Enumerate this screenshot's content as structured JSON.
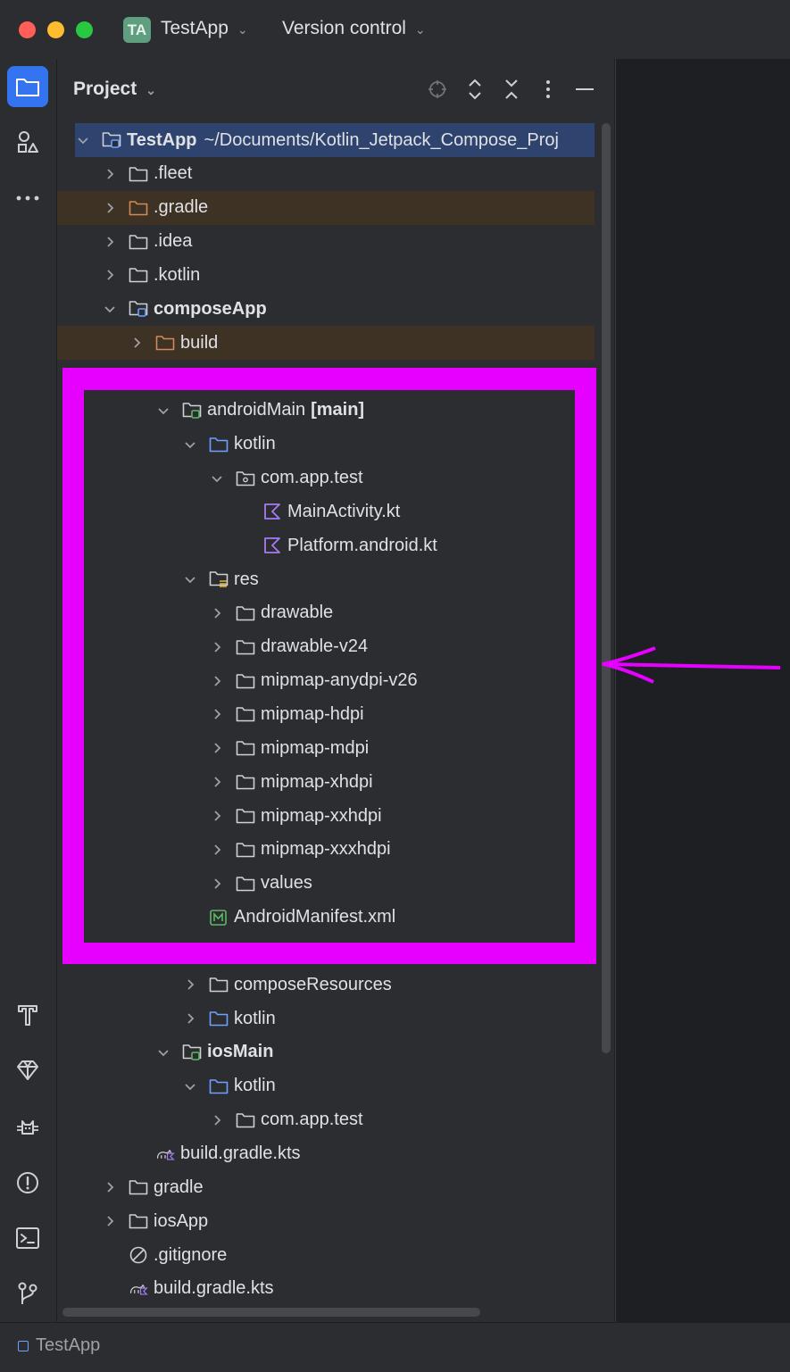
{
  "titlebar": {
    "project_badge": "TA",
    "project_name": "TestApp",
    "vcs_label": "Version control"
  },
  "left_toolbar": {
    "top_icons": [
      "folder-icon",
      "structure-icon",
      "more-icon"
    ],
    "bottom_icons": [
      "build-hammer-icon",
      "gem-icon",
      "cat-icon",
      "problems-icon",
      "terminal-icon",
      "git-branch-icon"
    ]
  },
  "panel": {
    "title": "Project",
    "tools": [
      "locate-icon",
      "expand-collapse-icon",
      "collapse-all-icon",
      "options-icon",
      "hide-icon"
    ]
  },
  "tree": [
    {
      "label": "TestApp",
      "suffix": "~/Documents/Kotlin_Jetpack_Compose_Proj",
      "depth": 0,
      "expanded": true,
      "icon": "module",
      "bold": true,
      "selected": true
    },
    {
      "label": ".fleet",
      "depth": 1,
      "expanded": false,
      "icon": "folder"
    },
    {
      "label": ".gradle",
      "depth": 1,
      "expanded": false,
      "icon": "folder-excluded",
      "excluded": true
    },
    {
      "label": ".idea",
      "depth": 1,
      "expanded": false,
      "icon": "folder"
    },
    {
      "label": ".kotlin",
      "depth": 1,
      "expanded": false,
      "icon": "folder"
    },
    {
      "label": "composeApp",
      "depth": 1,
      "expanded": true,
      "icon": "module",
      "bold": true
    },
    {
      "label": "build",
      "depth": 2,
      "expanded": false,
      "icon": "folder-excluded",
      "excluded": true
    },
    {
      "label": "",
      "depth": 2,
      "hidden": true
    },
    {
      "label": "androidMain",
      "suffix": "[main]",
      "depth": 3,
      "expanded": true,
      "icon": "source-set"
    },
    {
      "label": "kotlin",
      "depth": 4,
      "expanded": true,
      "icon": "folder-source"
    },
    {
      "label": "com.app.test",
      "depth": 5,
      "expanded": true,
      "icon": "package"
    },
    {
      "label": "MainActivity.kt",
      "depth": 6,
      "icon": "kotlin-file",
      "leaf": true
    },
    {
      "label": "Platform.android.kt",
      "depth": 6,
      "icon": "kotlin-file",
      "leaf": true
    },
    {
      "label": "res",
      "depth": 4,
      "expanded": true,
      "icon": "folder-res"
    },
    {
      "label": "drawable",
      "depth": 5,
      "expanded": false,
      "icon": "folder"
    },
    {
      "label": "drawable-v24",
      "depth": 5,
      "expanded": false,
      "icon": "folder"
    },
    {
      "label": "mipmap-anydpi-v26",
      "depth": 5,
      "expanded": false,
      "icon": "folder"
    },
    {
      "label": "mipmap-hdpi",
      "depth": 5,
      "expanded": false,
      "icon": "folder"
    },
    {
      "label": "mipmap-mdpi",
      "depth": 5,
      "expanded": false,
      "icon": "folder"
    },
    {
      "label": "mipmap-xhdpi",
      "depth": 5,
      "expanded": false,
      "icon": "folder"
    },
    {
      "label": "mipmap-xxhdpi",
      "depth": 5,
      "expanded": false,
      "icon": "folder"
    },
    {
      "label": "mipmap-xxxhdpi",
      "depth": 5,
      "expanded": false,
      "icon": "folder"
    },
    {
      "label": "values",
      "depth": 5,
      "expanded": false,
      "icon": "folder"
    },
    {
      "label": "AndroidManifest.xml",
      "depth": 4,
      "icon": "manifest-file",
      "leaf": true
    },
    {
      "label": "",
      "depth": 4,
      "hidden": true
    },
    {
      "label": "composeResources",
      "depth": 4,
      "expanded": false,
      "icon": "folder"
    },
    {
      "label": "kotlin",
      "depth": 4,
      "expanded": false,
      "icon": "folder-source"
    },
    {
      "label": "iosMain",
      "depth": 3,
      "expanded": true,
      "icon": "source-set",
      "bold": true
    },
    {
      "label": "kotlin",
      "depth": 4,
      "expanded": true,
      "icon": "folder-source"
    },
    {
      "label": "com.app.test",
      "depth": 5,
      "expanded": false,
      "icon": "folder"
    },
    {
      "label": "build.gradle.kts",
      "depth": 2,
      "icon": "gradle-file",
      "leaf": true
    },
    {
      "label": "gradle",
      "depth": 1,
      "expanded": false,
      "icon": "folder"
    },
    {
      "label": "iosApp",
      "depth": 1,
      "expanded": false,
      "icon": "folder"
    },
    {
      "label": ".gitignore",
      "depth": 1,
      "icon": "ignore-file",
      "leaf": true
    },
    {
      "label": "build.gradle.kts",
      "depth": 1,
      "icon": "gradle-file",
      "leaf": true
    }
  ],
  "statusbar": {
    "breadcrumb": "TestApp"
  },
  "colors": {
    "highlight": "#e600ff",
    "selection": "#2e436e",
    "excluded": "#3d3223",
    "accent": "#3574f0"
  }
}
